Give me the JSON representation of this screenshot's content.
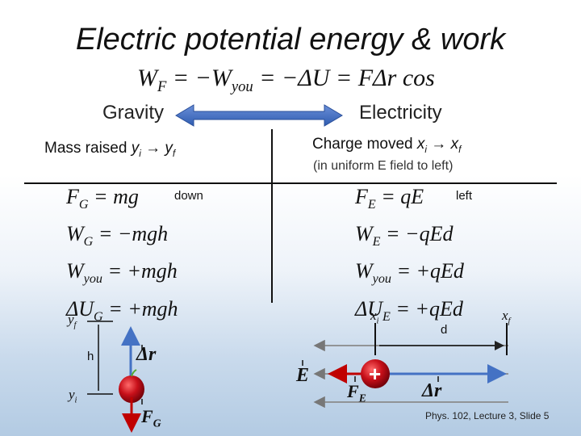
{
  "title": "Electric potential energy & work",
  "top_equation": "WF = −Wyou = −ΔU = FΔr cos",
  "headers": {
    "left": "Gravity",
    "right": "Electricity"
  },
  "left": {
    "subtitle": "Mass raised yi → yf",
    "direction": "down",
    "equations": [
      "FG = mg",
      "WG = −mgh",
      "Wyou = +mgh",
      "ΔUG = +mgh"
    ],
    "labels": {
      "yf": "yf",
      "h": "h",
      "yi": "yi",
      "dr": "Δr",
      "force": "FG"
    }
  },
  "right": {
    "subtitle": "Charge moved xi → xf",
    "subtitle2": "(in uniform E field to left)",
    "direction": "left",
    "equations": [
      "FE = qE",
      "WE = −qEd",
      "Wyou = +qEd",
      "ΔUE = +qEd"
    ],
    "labels": {
      "xi": "xi",
      "d": "d",
      "xf": "xf",
      "field": "E",
      "force": "FE",
      "dr": "Δr",
      "charge": "+"
    }
  },
  "footer": "Phys. 102, Lecture 3, Slide 5",
  "colors": {
    "arrow": "#4472c4",
    "force": "#c00000",
    "ball": "#b00010"
  }
}
